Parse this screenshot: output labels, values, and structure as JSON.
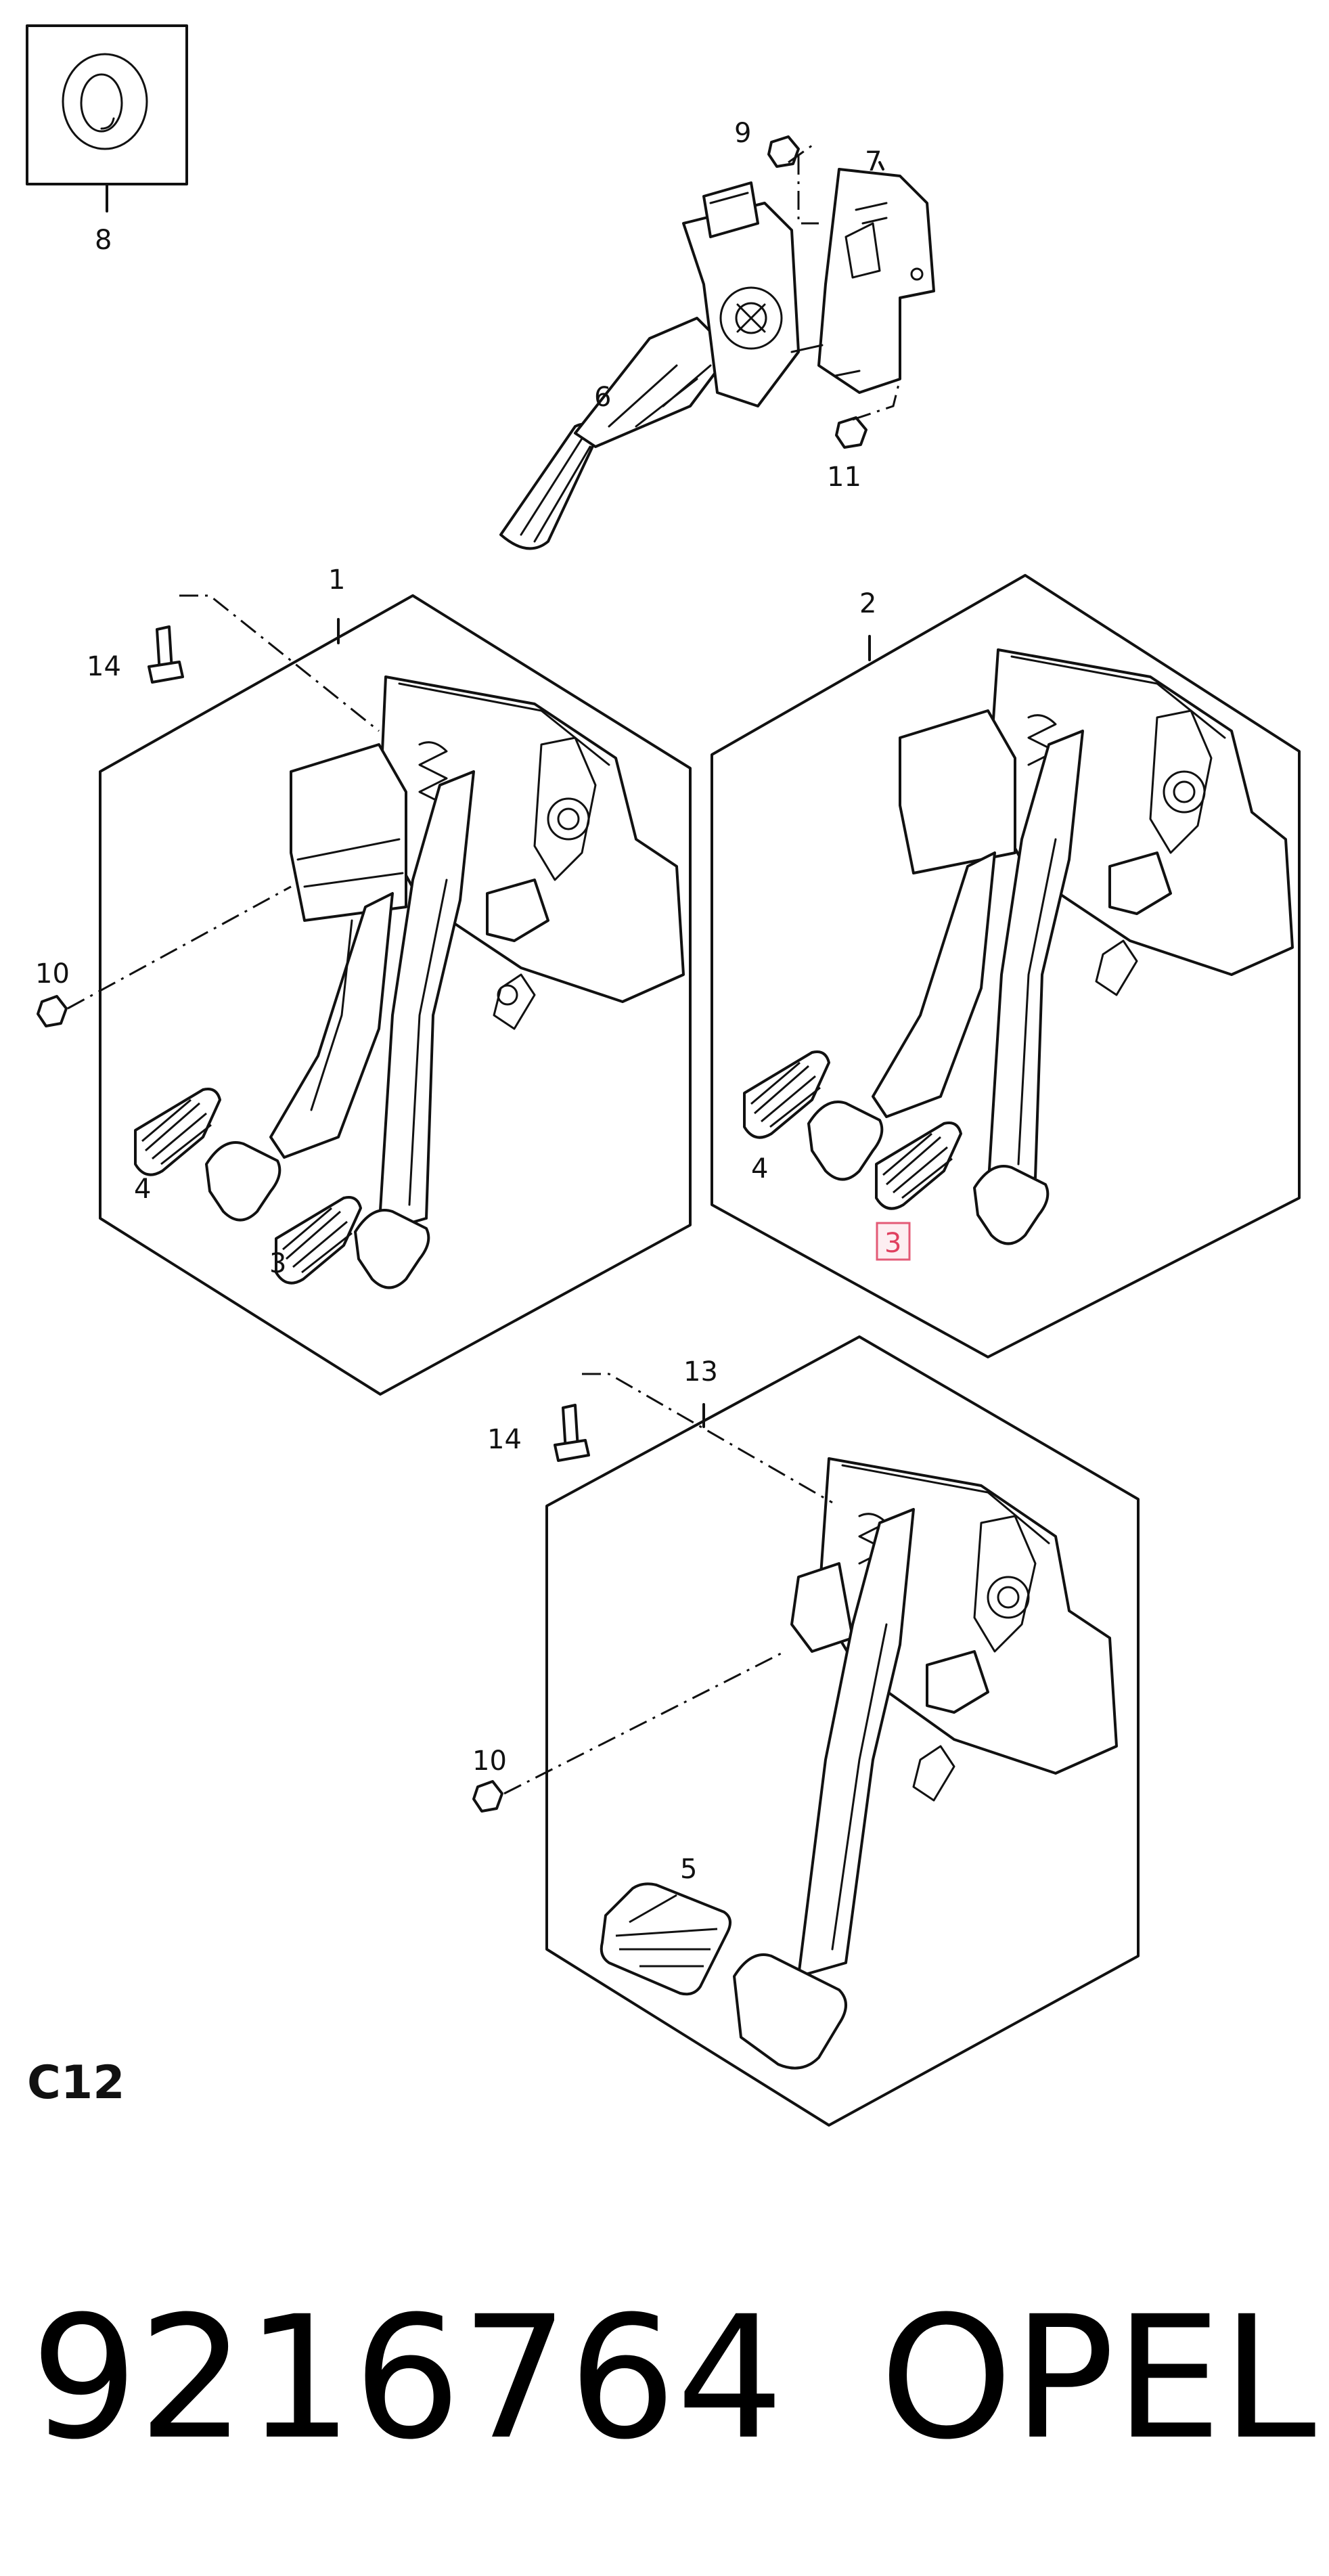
{
  "callouts": {
    "c1": "1",
    "c2": "2",
    "c3a": "3",
    "c3b": "3",
    "c4a": "4",
    "c4b": "4",
    "c5": "5",
    "c6": "6",
    "c7": "7",
    "c8": "8",
    "c9": "9",
    "c10a": "10",
    "c10b": "10",
    "c11": "11",
    "c13": "13",
    "c14a": "14",
    "c14b": "14"
  },
  "section_code": "C12",
  "part_number": "9216764",
  "brand": "OPEL",
  "colors": {
    "highlight": "#e35a76",
    "line": "#111111"
  }
}
